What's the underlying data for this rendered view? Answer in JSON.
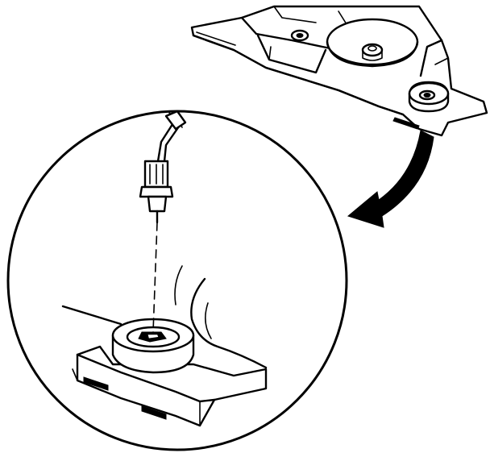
{
  "figure": {
    "kind": "technical-line-illustration",
    "colors": {
      "ink": "#000000",
      "paper": "#ffffff"
    },
    "parts": [
      "rear-shelf-panel",
      "lamp-housing-mount",
      "speaker-mount",
      "direction-arrow",
      "magnified-detail-circle",
      "bulb-socket-with-wires",
      "mounting-hole-boss"
    ]
  }
}
